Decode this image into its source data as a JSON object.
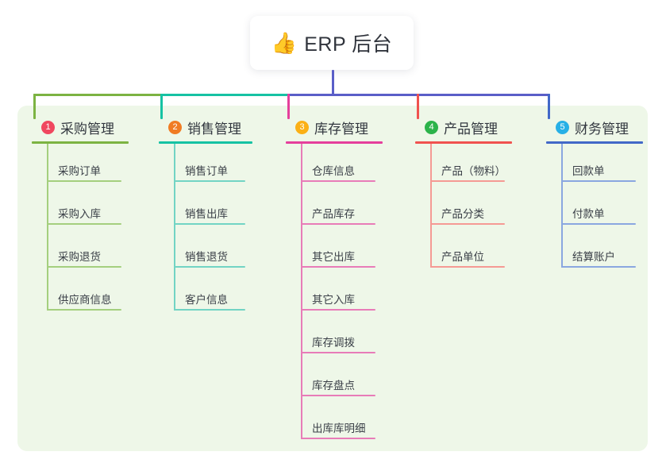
{
  "root": {
    "icon": "thumbs-up-emoji",
    "emoji": "👍",
    "title": "ERP 后台"
  },
  "panel": {
    "background": "#eef7e8"
  },
  "bus": {
    "color_segments": [
      "#7cb342",
      "#16c2a3",
      "#5a5ec8",
      "#5a5ec8"
    ],
    "trunk_color": "#5a5ec8"
  },
  "branches": [
    {
      "number": "1",
      "title": "采购管理",
      "line_color": "#7cb342",
      "leaf_line_color": "#a4cf7e",
      "badge_color": "#f0475f",
      "items": [
        {
          "label": "采购订单"
        },
        {
          "label": "采购入库"
        },
        {
          "label": "采购退货"
        },
        {
          "label": "供应商信息"
        }
      ]
    },
    {
      "number": "2",
      "title": "销售管理",
      "line_color": "#16c2a3",
      "leaf_line_color": "#72d4c4",
      "badge_color": "#f07c23",
      "items": [
        {
          "label": "销售订单"
        },
        {
          "label": "销售出库"
        },
        {
          "label": "销售退货"
        },
        {
          "label": "客户信息"
        }
      ]
    },
    {
      "number": "3",
      "title": "库存管理",
      "line_color": "#e53f9c",
      "leaf_line_color": "#e87cb8",
      "badge_color": "#fbb016",
      "items": [
        {
          "label": "仓库信息"
        },
        {
          "label": "产品库存"
        },
        {
          "label": "其它出库"
        },
        {
          "label": "其它入库"
        },
        {
          "label": "库存调拨"
        },
        {
          "label": "库存盘点"
        },
        {
          "label": "出库库明细"
        }
      ]
    },
    {
      "number": "4",
      "title": "产品管理",
      "line_color": "#f0524f",
      "leaf_line_color": "#f59a94",
      "badge_color": "#2cb34a",
      "items": [
        {
          "label": "产品（物料）"
        },
        {
          "label": "产品分类"
        },
        {
          "label": "产品单位"
        }
      ]
    },
    {
      "number": "5",
      "title": "财务管理",
      "line_color": "#4268c8",
      "leaf_line_color": "#8aa7e0",
      "badge_color": "#27b0e6",
      "items": [
        {
          "label": "回款单"
        },
        {
          "label": "付款单"
        },
        {
          "label": "结算账户"
        }
      ]
    }
  ]
}
